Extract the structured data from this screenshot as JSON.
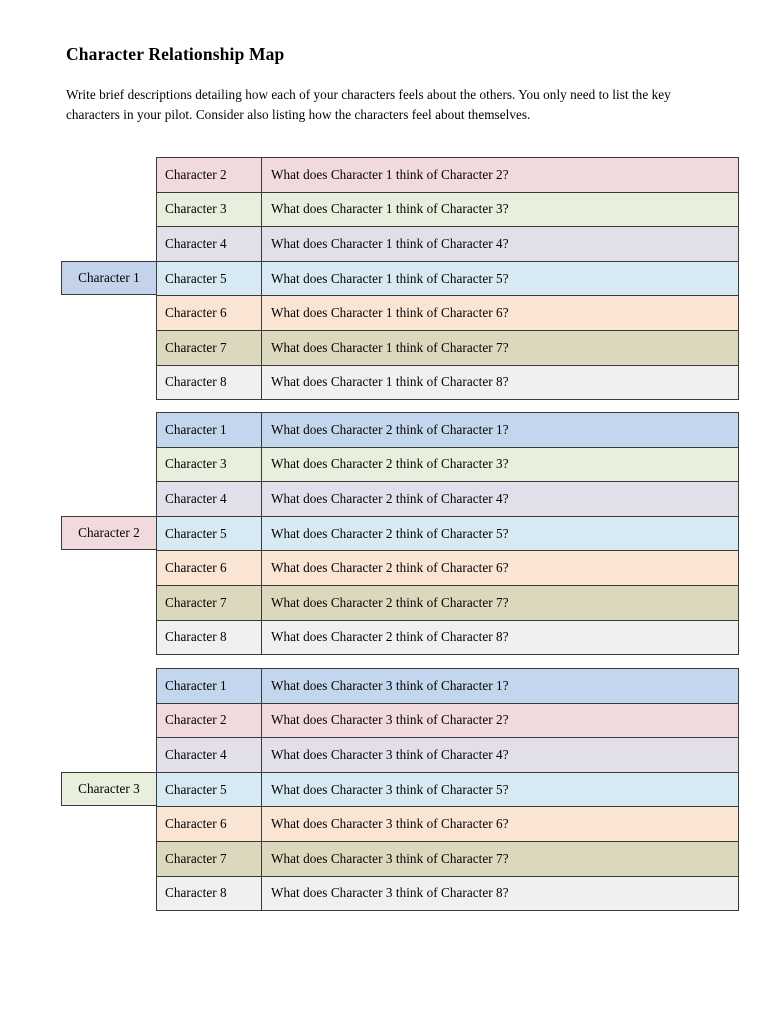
{
  "document": {
    "title": "Character Relationship Map",
    "intro": "Write brief descriptions detailing how each of your characters feels about the others.  You only need to list the key characters in your pilot.  Consider also listing how the characters feel about themselves."
  },
  "colors": {
    "character_1": "#c4d5ee",
    "character_2": "#f0dadd",
    "character_3": "#e8efdc",
    "character_4": "#e2dfeb",
    "character_5": "#d7e9f2",
    "character_6": "#fae5d5",
    "character_7": "#dcd8bd",
    "character_8": "#f0f0f0",
    "label_character_1": "#c5d3ea",
    "border": "#3a3a3a",
    "page_background": "#ffffff",
    "text": "#000000"
  },
  "blocks": [
    {
      "subject_label": "Character 1",
      "rows": [
        {
          "who": "Character 2",
          "what": "What does Character 1 think of Character 2?"
        },
        {
          "who": "Character 3",
          "what": "What does Character 1 think of Character 3?"
        },
        {
          "who": "Character 4",
          "what": "What does Character 1 think of Character 4?"
        },
        {
          "who": "Character 5",
          "what": "What does Character 1 think of Character 5?"
        },
        {
          "who": "Character 6",
          "what": "What does Character 1 think of Character 6?"
        },
        {
          "who": "Character 7",
          "what": "What does Character 1 think of Character 7?"
        },
        {
          "who": "Character 8",
          "what": "What does Character 1 think of Character 8?"
        }
      ]
    },
    {
      "subject_label": "Character 2",
      "rows": [
        {
          "who": "Character 1",
          "what": "What does Character 2 think of Character 1?"
        },
        {
          "who": "Character 3",
          "what": "What does Character 2 think of Character 3?"
        },
        {
          "who": "Character 4",
          "what": "What does Character 2 think of Character 4?"
        },
        {
          "who": "Character 5",
          "what": "What does Character 2 think of Character 5?"
        },
        {
          "who": "Character 6",
          "what": "What does Character 2 think of Character 6?"
        },
        {
          "who": "Character 7",
          "what": "What does Character 2 think of Character 7?"
        },
        {
          "who": "Character 8",
          "what": "What does Character 2 think of Character 8?"
        }
      ]
    },
    {
      "subject_label": "Character 3",
      "rows": [
        {
          "who": "Character 1",
          "what": "What does Character 3 think of Character 1?"
        },
        {
          "who": "Character 2",
          "what": "What does Character 3 think of Character 2?"
        },
        {
          "who": "Character 4",
          "what": "What does Character 3 think of Character 4?"
        },
        {
          "who": "Character 5",
          "what": "What does Character 3 think of Character 5?"
        },
        {
          "who": "Character 6",
          "what": "What does Character 3 think of Character 6?"
        },
        {
          "who": "Character 7",
          "what": "What does Character 3 think of Character 7?"
        },
        {
          "who": "Character 8",
          "what": "What does Character 3 think of Character 8?"
        }
      ]
    }
  ]
}
